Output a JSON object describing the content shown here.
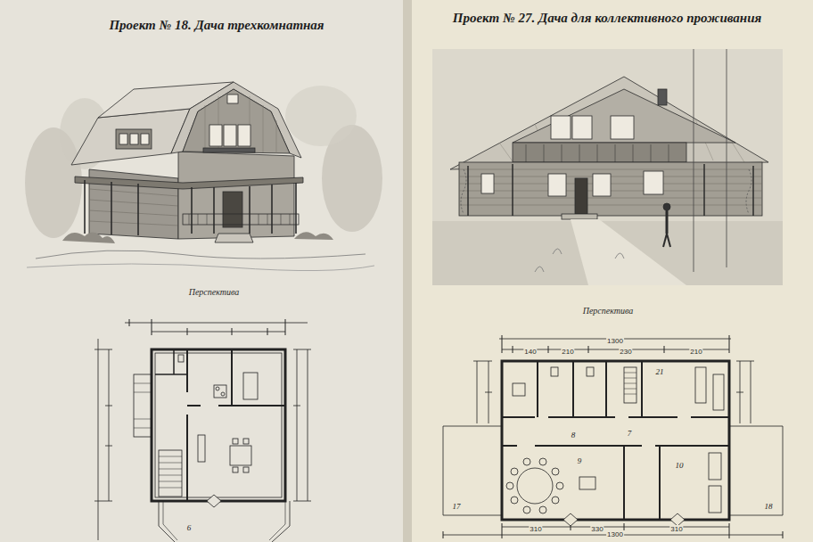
{
  "diagram": {
    "labels": [
      "Проект № 18. Дача трехкомнатная",
      "Перспектива",
      "Проект № 27. Дача для коллективного проживания",
      "Перспектива",
      "6",
      "1300",
      "140",
      "210",
      "230",
      "210",
      "21",
      "7",
      "8",
      "9",
      "10",
      "17",
      "18",
      "310",
      "330",
      "310",
      "1300"
    ]
  }
}
